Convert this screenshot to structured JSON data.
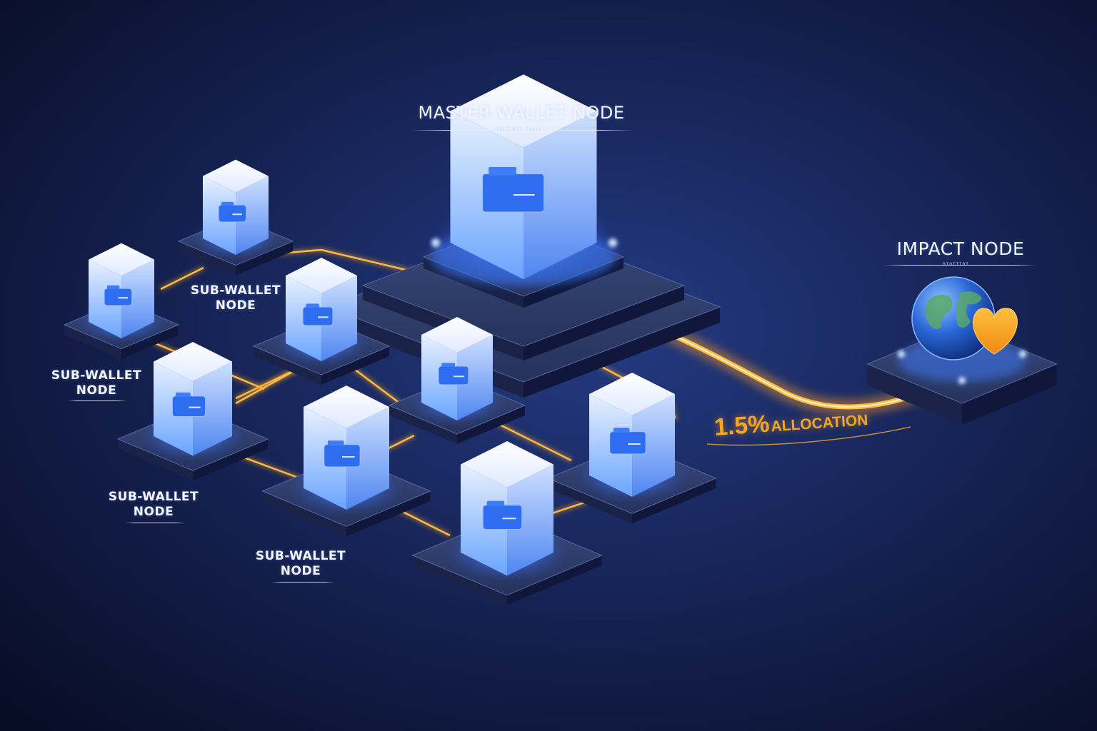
{
  "labels": {
    "master": "MASTER WALLET NODE",
    "master_caption": "DIOITIDIT TOOIE",
    "impact": "IMPACT NODE",
    "impact_caption": "DIOITIDI",
    "sub_wallet_line1": "SUB-WALLET",
    "sub_wallet_line2": "NODE"
  },
  "allocation": {
    "percent": "1.5%",
    "word": "ALLOCATION"
  },
  "colors": {
    "background": "#0b1232",
    "glow_blue": "#3b7bff",
    "cube_blue": "#2f6df0",
    "connector_orange": "#f5a623",
    "heart": "#f5a623"
  },
  "icons": {
    "wallet": "wallet-icon",
    "globe": "globe-icon",
    "heart": "heart-icon"
  }
}
